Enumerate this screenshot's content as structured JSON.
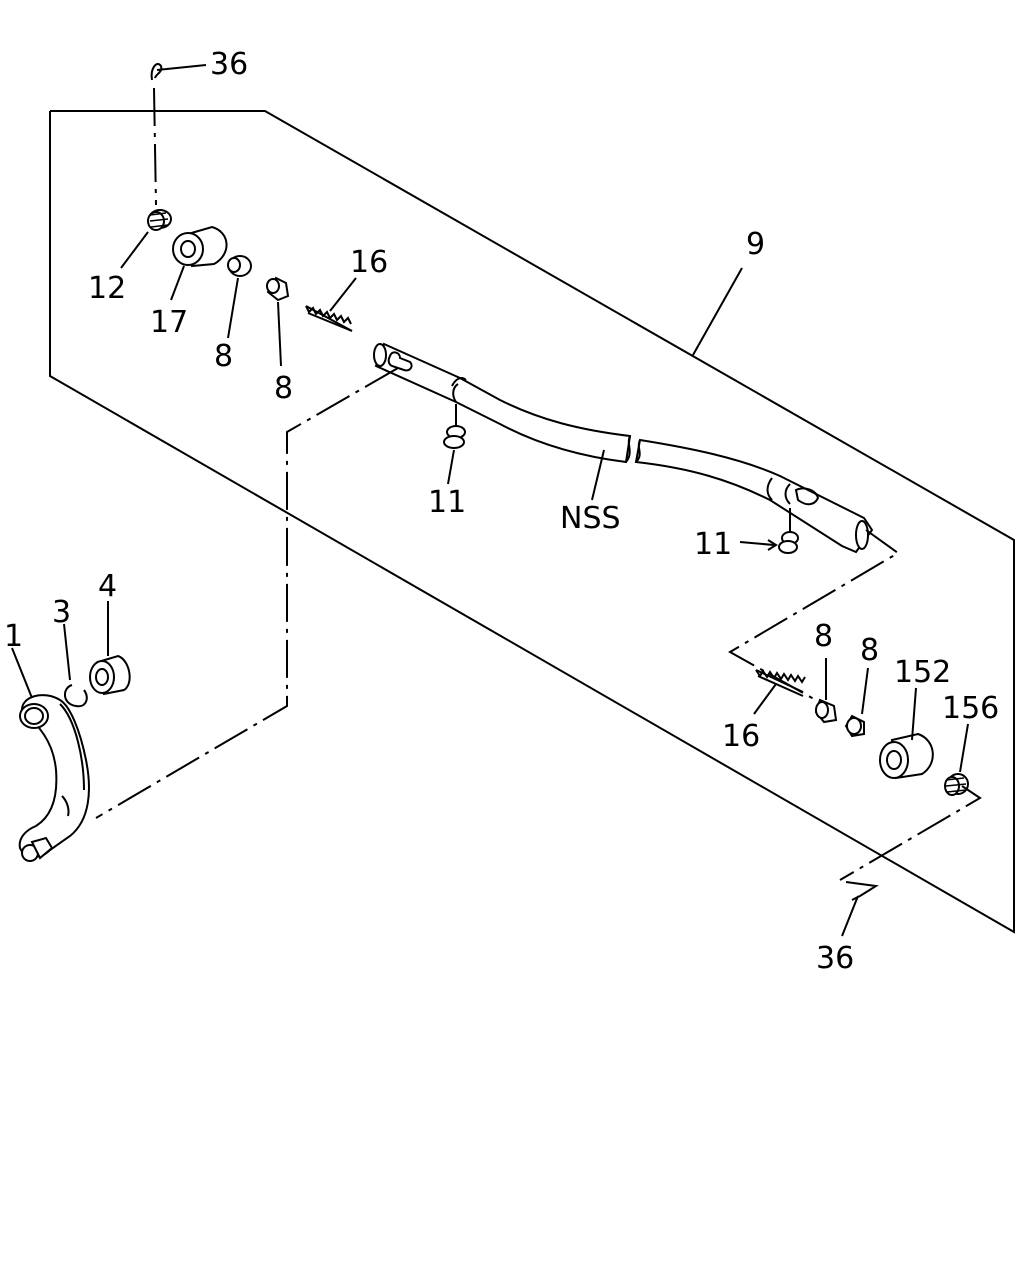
{
  "callouts": {
    "top_36": "36",
    "p9": "9",
    "p16_top": "16",
    "p12": "12",
    "p17": "17",
    "p8_a": "8",
    "p8_b": "8",
    "p11_left": "11",
    "nss": "NSS",
    "p11_right": "11",
    "p4": "4",
    "p3": "3",
    "p1": "1",
    "p8_c": "8",
    "p8_d": "8",
    "p152": "152",
    "p156": "156",
    "p16_bottom": "16",
    "bottom_36": "36"
  }
}
